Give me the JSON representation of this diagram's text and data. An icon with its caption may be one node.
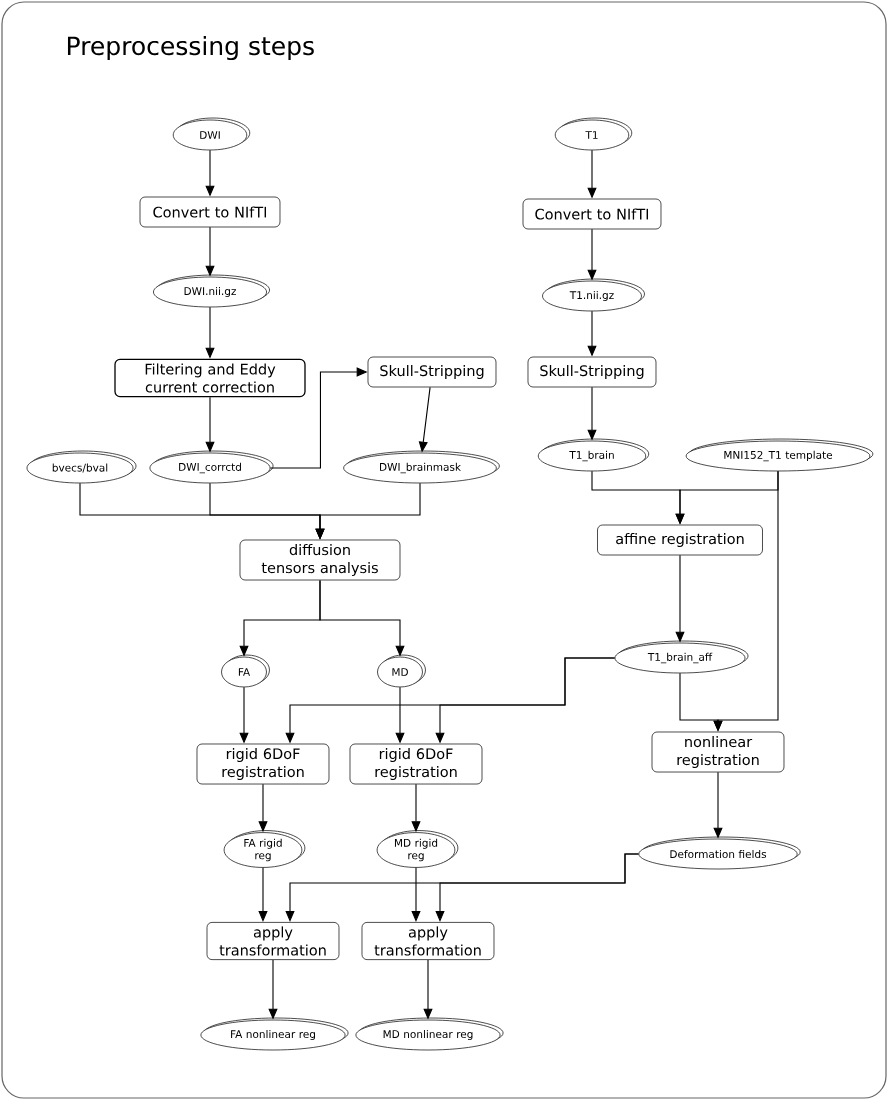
{
  "diagram": {
    "title": "Preprocessing steps",
    "nodes": [
      {
        "text": [
          "DWI"
        ]
      },
      {
        "text": [
          "T1"
        ]
      },
      {
        "text": [
          "Convert to NIfTI"
        ]
      },
      {
        "text": [
          "Convert to NIfTI"
        ]
      },
      {
        "text": [
          "DWI.nii.gz"
        ]
      },
      {
        "text": [
          "T1.nii.gz"
        ]
      },
      {
        "text": [
          "Filtering and Eddy current correction"
        ]
      },
      {
        "text": [
          "Skull-Stripping"
        ]
      },
      {
        "text": [
          "Skull-Stripping"
        ]
      },
      {
        "text": [
          "bvecs/bval"
        ]
      },
      {
        "text": [
          "DWI_corrctd"
        ]
      },
      {
        "text": [
          "DWI_brainmask"
        ]
      },
      {
        "text": [
          "T1_brain"
        ]
      },
      {
        "text": [
          "MNI152_T1 template"
        ]
      },
      {
        "text": [
          "diffusion tensors analysis"
        ]
      },
      {
        "text": [
          "affine registration"
        ]
      },
      {
        "text": [
          "FA"
        ]
      },
      {
        "text": [
          "MD"
        ]
      },
      {
        "text": [
          "T1_brain_aff"
        ]
      },
      {
        "text": [
          "rigid 6DoF registration"
        ]
      },
      {
        "text": [
          "rigid 6DoF registration"
        ]
      },
      {
        "text": [
          "nonlinear registration"
        ]
      },
      {
        "text": [
          "FA rigid reg"
        ]
      },
      {
        "text": [
          "MD rigid reg"
        ]
      },
      {
        "text": [
          "Deformation fields"
        ]
      },
      {
        "text": [
          "apply transformation"
        ]
      },
      {
        "text": [
          "apply transformation"
        ]
      },
      {
        "text": [
          "FA nonlinear reg"
        ]
      },
      {
        "text": [
          "MD nonlinear reg"
        ]
      }
    ],
    "edges": [
      {
        "from": 0,
        "to": 2,
        "arrow": "to"
      },
      {
        "from": 2,
        "to": 4,
        "arrow": "to"
      },
      {
        "from": 4,
        "to": 6,
        "arrow": "to"
      },
      {
        "from": 6,
        "to": 10,
        "arrow": "to"
      },
      {
        "from": 10,
        "to": 7,
        "arrow": "to"
      },
      {
        "from": 7,
        "to": 11,
        "arrow": "to"
      },
      {
        "from": 9,
        "to": 14,
        "arrow": "to"
      },
      {
        "from": 10,
        "to": 14,
        "arrow": "to"
      },
      {
        "from": 11,
        "to": 14,
        "arrow": "to"
      },
      {
        "from": 1,
        "to": 3,
        "arrow": "to"
      },
      {
        "from": 3,
        "to": 5,
        "arrow": "to"
      },
      {
        "from": 5,
        "to": 8,
        "arrow": "to"
      },
      {
        "from": 8,
        "to": 12,
        "arrow": "to"
      },
      {
        "from": 12,
        "to": 15,
        "arrow": "to"
      },
      {
        "from": 13,
        "to": 15,
        "arrow": "to"
      },
      {
        "from": 15,
        "to": 18,
        "arrow": "to"
      },
      {
        "from": 18,
        "to": 21,
        "arrow": "to"
      },
      {
        "from": 13,
        "to": 21,
        "arrow": "to"
      },
      {
        "from": 14,
        "to": 16,
        "arrow": "to"
      },
      {
        "from": 14,
        "to": 17,
        "arrow": "to"
      },
      {
        "from": 16,
        "to": 19,
        "arrow": "to"
      },
      {
        "from": 18,
        "to": 19,
        "arrow": "to"
      },
      {
        "from": 17,
        "to": 20,
        "arrow": "to"
      },
      {
        "from": 18,
        "to": 20,
        "arrow": "to"
      },
      {
        "from": 21,
        "to": 24,
        "arrow": "to"
      },
      {
        "from": 19,
        "to": 22,
        "arrow": "to"
      },
      {
        "from": 20,
        "to": 23,
        "arrow": "to"
      },
      {
        "from": 22,
        "to": 25,
        "arrow": "to"
      },
      {
        "from": 24,
        "to": 25,
        "arrow": "to"
      },
      {
        "from": 23,
        "to": 26,
        "arrow": "to"
      },
      {
        "from": 24,
        "to": 26,
        "arrow": "to"
      },
      {
        "from": 25,
        "to": 27,
        "arrow": "to"
      },
      {
        "from": 26,
        "to": 28,
        "arrow": "to"
      }
    ]
  }
}
